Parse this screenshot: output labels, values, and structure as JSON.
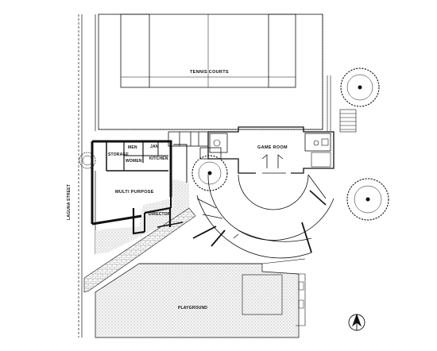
{
  "labels": {
    "tennis_courts": "TENNIS COURTS",
    "game_room": "GAME ROOM",
    "storage": "STORAGE",
    "men": "MEN",
    "women": "WOMEN",
    "jan": "JAN",
    "kitchen": "KITCHEN",
    "multi_purpose": "MULTI PURPOSE",
    "director": "DIRECTOR",
    "playground": "PLAYGROUND",
    "laguna_street": "LAGUNA STREET"
  },
  "icons": {
    "north_arrow": "north-arrow-icon",
    "tree": "tree-icon"
  },
  "colors": {
    "ink": "#111111",
    "background": "#ffffff",
    "stipple": "#c8c8c8"
  }
}
